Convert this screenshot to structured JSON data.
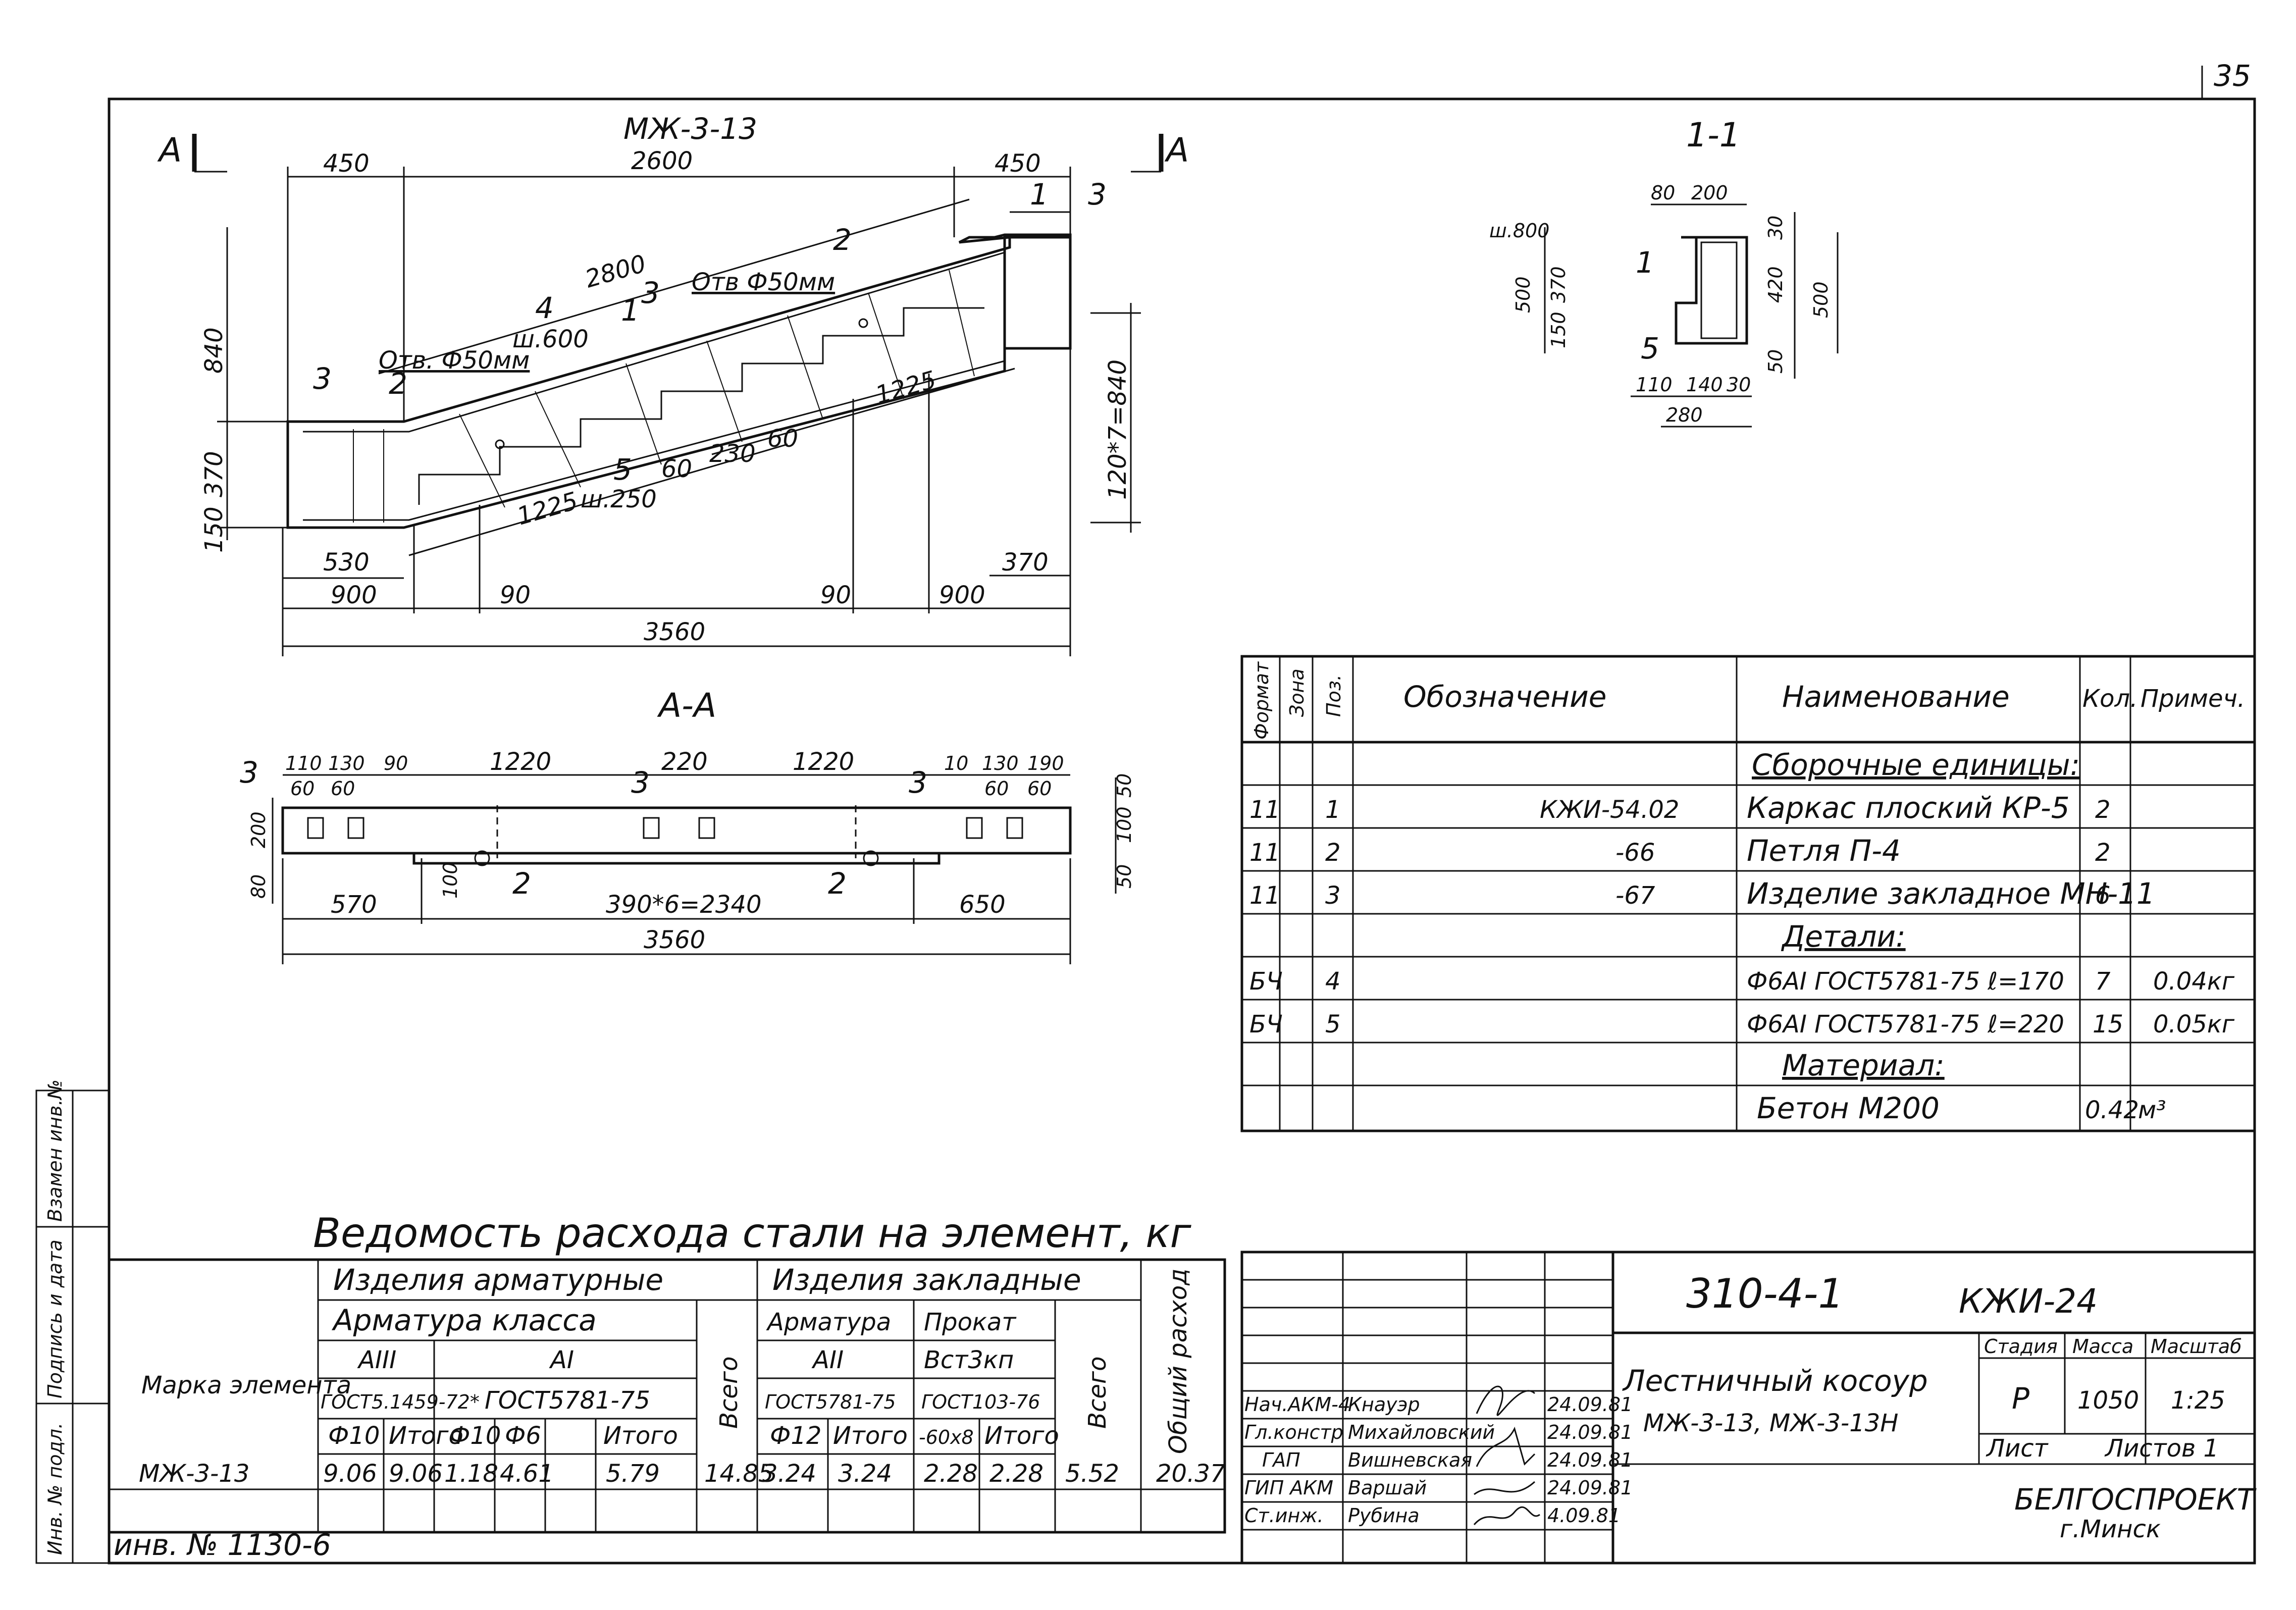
{
  "sheet_number": "35",
  "drawings": {
    "main_title": "МЖ-3-13",
    "section_marker": "А",
    "section_aa_title": "А-А",
    "section_11_title": "1-1",
    "main_dims": [
      "450",
      "2600",
      "450",
      "2800",
      "840",
      "370",
      "150",
      "530",
      "900",
      "90",
      "90",
      "900",
      "370",
      "3560",
      "1225",
      "1225",
      "60",
      "230",
      "60",
      "120*7=840"
    ],
    "main_notes": [
      "Отв Ф50мм",
      "Отв. Ф50мм",
      "ш.600",
      "ш.250"
    ],
    "positions": [
      "1",
      "2",
      "3",
      "4",
      "5"
    ],
    "aa_dims": [
      "110",
      "130",
      "90",
      "60",
      "60",
      "1220",
      "220",
      "1220",
      "10",
      "130",
      "190",
      "60",
      "60",
      "200",
      "80",
      "50",
      "100",
      "50",
      "100",
      "570",
      "390*6=2340",
      "650",
      "3560"
    ],
    "s11_dims": [
      "80",
      "200",
      "ш.800",
      "500",
      "370",
      "150",
      "30",
      "420",
      "500",
      "50",
      "110",
      "140",
      "30",
      "280"
    ]
  },
  "spec": {
    "headers": [
      "Формат",
      "Зона",
      "Поз.",
      "Обозначение",
      "Наименование",
      "Кол.",
      "Примеч."
    ],
    "rows": [
      {
        "fmt": "",
        "zone": "",
        "pos": "",
        "des": "",
        "name": "Сборочные единицы:",
        "qty": "",
        "note": ""
      },
      {
        "fmt": "11",
        "zone": "",
        "pos": "1",
        "des": "КЖИ-54.02",
        "name": "Каркас плоский КР-5",
        "qty": "2",
        "note": ""
      },
      {
        "fmt": "11",
        "zone": "",
        "pos": "2",
        "des": "-66",
        "name": "Петля П-4",
        "qty": "2",
        "note": ""
      },
      {
        "fmt": "11",
        "zone": "",
        "pos": "3",
        "des": "-67",
        "name": "Изделие закладное МН-11",
        "qty": "6",
        "note": ""
      },
      {
        "fmt": "",
        "zone": "",
        "pos": "",
        "des": "",
        "name": "Детали:",
        "qty": "",
        "note": ""
      },
      {
        "fmt": "БЧ",
        "zone": "",
        "pos": "4",
        "des": "",
        "name": "Ф6АI ГОСТ5781-75  ℓ=170",
        "qty": "7",
        "note": "0.04кг"
      },
      {
        "fmt": "БЧ",
        "zone": "",
        "pos": "5",
        "des": "",
        "name": "Ф6АI ГОСТ5781-75  ℓ=220",
        "qty": "15",
        "note": "0.05кг"
      },
      {
        "fmt": "",
        "zone": "",
        "pos": "",
        "des": "",
        "name": "Материал:",
        "qty": "",
        "note": ""
      },
      {
        "fmt": "",
        "zone": "",
        "pos": "",
        "des": "",
        "name": "Бетон М200",
        "qty": "0.42",
        "note": "м³"
      }
    ]
  },
  "steel": {
    "title": "Ведомость расхода стали на элемент, кг",
    "marka": "Марка элемента",
    "arm_products": "Изделия арматурные",
    "arm_class": "Арматура класса",
    "aiii": "АIII",
    "ai": "АI",
    "gost_aiii": "ГОСТ5.1459-72*",
    "gost_ai": "ГОСТ5781-75",
    "total": "Всего",
    "emb_products": "Изделия закладные",
    "emb_arm": "Арматура",
    "prokat": "Прокат",
    "aii": "АII",
    "stal": "Вст3кп",
    "gost_emb": "ГОСТ5781-75",
    "gost_prokat": "ГОСТ103-76",
    "general": "Общий расход",
    "col_heads": [
      "Ф10",
      "Итого",
      "Ф10",
      "Ф6",
      "Итого",
      "Ф12",
      "Итого",
      "-60х8",
      "Итого"
    ],
    "row": {
      "mark": "МЖ-3-13",
      "v": [
        "9.06",
        "9.06",
        "1.18",
        "4.61",
        "5.79",
        "14.85",
        "3.24",
        "3.24",
        "2.28",
        "2.28",
        "5.52",
        "20.37"
      ]
    },
    "inv": "инв. № 1130-6"
  },
  "side_stamp": [
    "Взамен инв.№",
    "Подпись и дата",
    "Инв. № подл."
  ],
  "title_block": {
    "doc_code": "310-4-1",
    "doc_mark": "КЖИ-24",
    "name_line1": "Лестничный косоур",
    "name_line2": "МЖ-3-13, МЖ-3-13Н",
    "stage_h": "Стадия",
    "mass_h": "Масса",
    "scale_h": "Масштаб",
    "stage": "Р",
    "mass": "1050",
    "scale": "1:25",
    "sheet_h": "Лист",
    "sheets_h": "Листов 1",
    "org": "БЕЛГОСПРОЕКТ",
    "city": "г.Минск",
    "people": [
      {
        "role": "Нач.АКМ-4",
        "name": "Кнауэр",
        "date": "24.09.81"
      },
      {
        "role": "Гл.констр",
        "name": "Михайловский",
        "date": "24.09.81"
      },
      {
        "role": "ГАП",
        "name": "Вишневская",
        "date": "24.09.81"
      },
      {
        "role": "ГИП АКМ",
        "name": "Варшай",
        "date": "24.09.81"
      },
      {
        "role": "Ст.инж.",
        "name": "Рубина",
        "date": "4.09.81"
      }
    ]
  }
}
